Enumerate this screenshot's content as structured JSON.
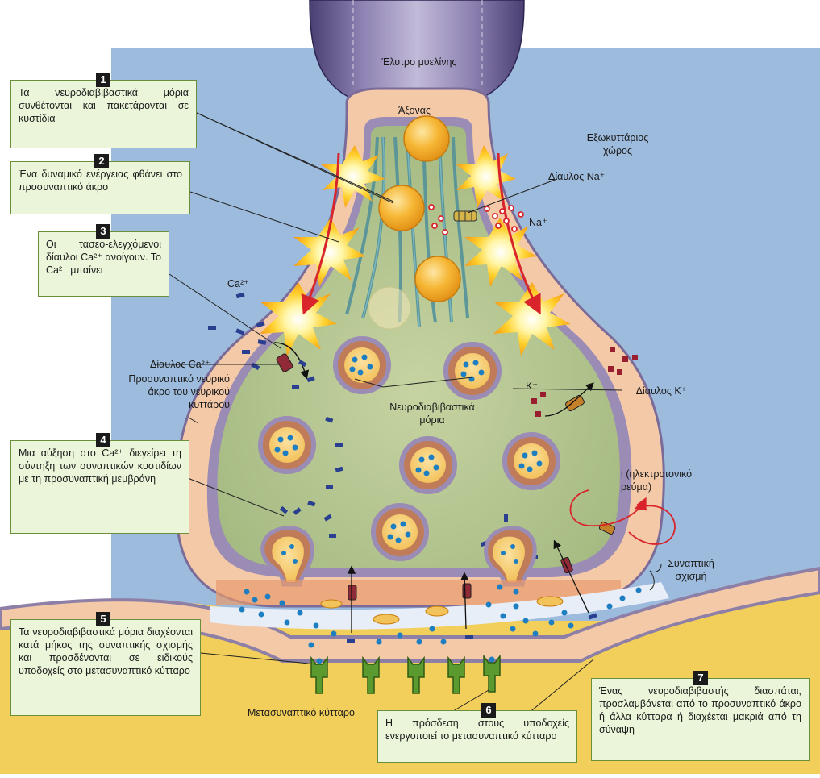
{
  "labels": {
    "myelin_sheath": "Έλυτρο μυελίνης",
    "axon": "Άξονας",
    "extracellular_space": "Εξωκυττάριος χώρος",
    "na_channel": "Δίαυλος Na⁺",
    "na_ion": "Na⁺",
    "ca_ion": "Ca²⁺",
    "ca_channel": "Δίαυλος Ca²⁺",
    "presynaptic_terminal": "Προσυναπτικό νευρικό άκρο του νευρικού κυττάρου",
    "neurotransmitters": "Νευροδιαβιβαστικά μόρια",
    "k_ion": "K⁺",
    "k_channel": "Δίαυλος K⁺",
    "local_current": "i (ηλεκτροτονικό ρεύμα)",
    "synaptic_cleft": "Συναπτική σχισμή",
    "postsynaptic_cell": "Μετασυναπτικό κύτταρο"
  },
  "steps": [
    {
      "num": "1",
      "text": "Τα νευροδιαβιβαστικά μόρια συνθέτονται και πακετάρονται σε κυστίδια"
    },
    {
      "num": "2",
      "text": "Ένα δυναμικό ενέργειας φθάνει στο προσυναπτικό άκρο"
    },
    {
      "num": "3",
      "text": "Οι τασεο-ελεγχόμενοι δίαυλοι Ca²⁺ ανοίγουν. Το Ca²⁺ μπαίνει"
    },
    {
      "num": "4",
      "text": "Μια αύξηση στο Ca²⁺ διεγείρει τη σύντηξη των συναπτικών κυστιδίων με τη προσυναπτική μεμβράνη"
    },
    {
      "num": "5",
      "text": "Τα νευροδιαβιβαστικά μόρια διαχέονται κατά μήκος της συναπτικής σχισμής και προσδένονται σε ειδικούς υποδοχείς στο μετασυναπτικό κύτταρο"
    },
    {
      "num": "6",
      "text": "Η πρόσδεση στους υποδοχείς ενεργοποιεί το μετασυναπτικό κύτταρο"
    },
    {
      "num": "7",
      "text": "Ένας νευροδιαβιβαστής διασπάται, προσλαμβάνεται από το προσυναπτικό άκρο ή άλλα κύτταρα ή διαχέεται μακριά από τη σύναψη"
    }
  ],
  "colors": {
    "background_blue": "#9dbbdc",
    "membrane_pink": "#f4c9a8",
    "membrane_purple": "#8e7fa6",
    "cytoplasm_green": "#b4c690",
    "vesicle_orange": "#f5b335",
    "postsynaptic_yellow": "#f2cf5a",
    "callout_fill": "#ebf5d9",
    "callout_border": "#6b8e3a",
    "ion_red": "#d8242a",
    "ion_blue_dark": "#2a3f8f",
    "ion_maroon": "#9a1f2e",
    "neurotransmitter_blue": "#1d7fc1",
    "receptor_green": "#5a9a2e"
  }
}
